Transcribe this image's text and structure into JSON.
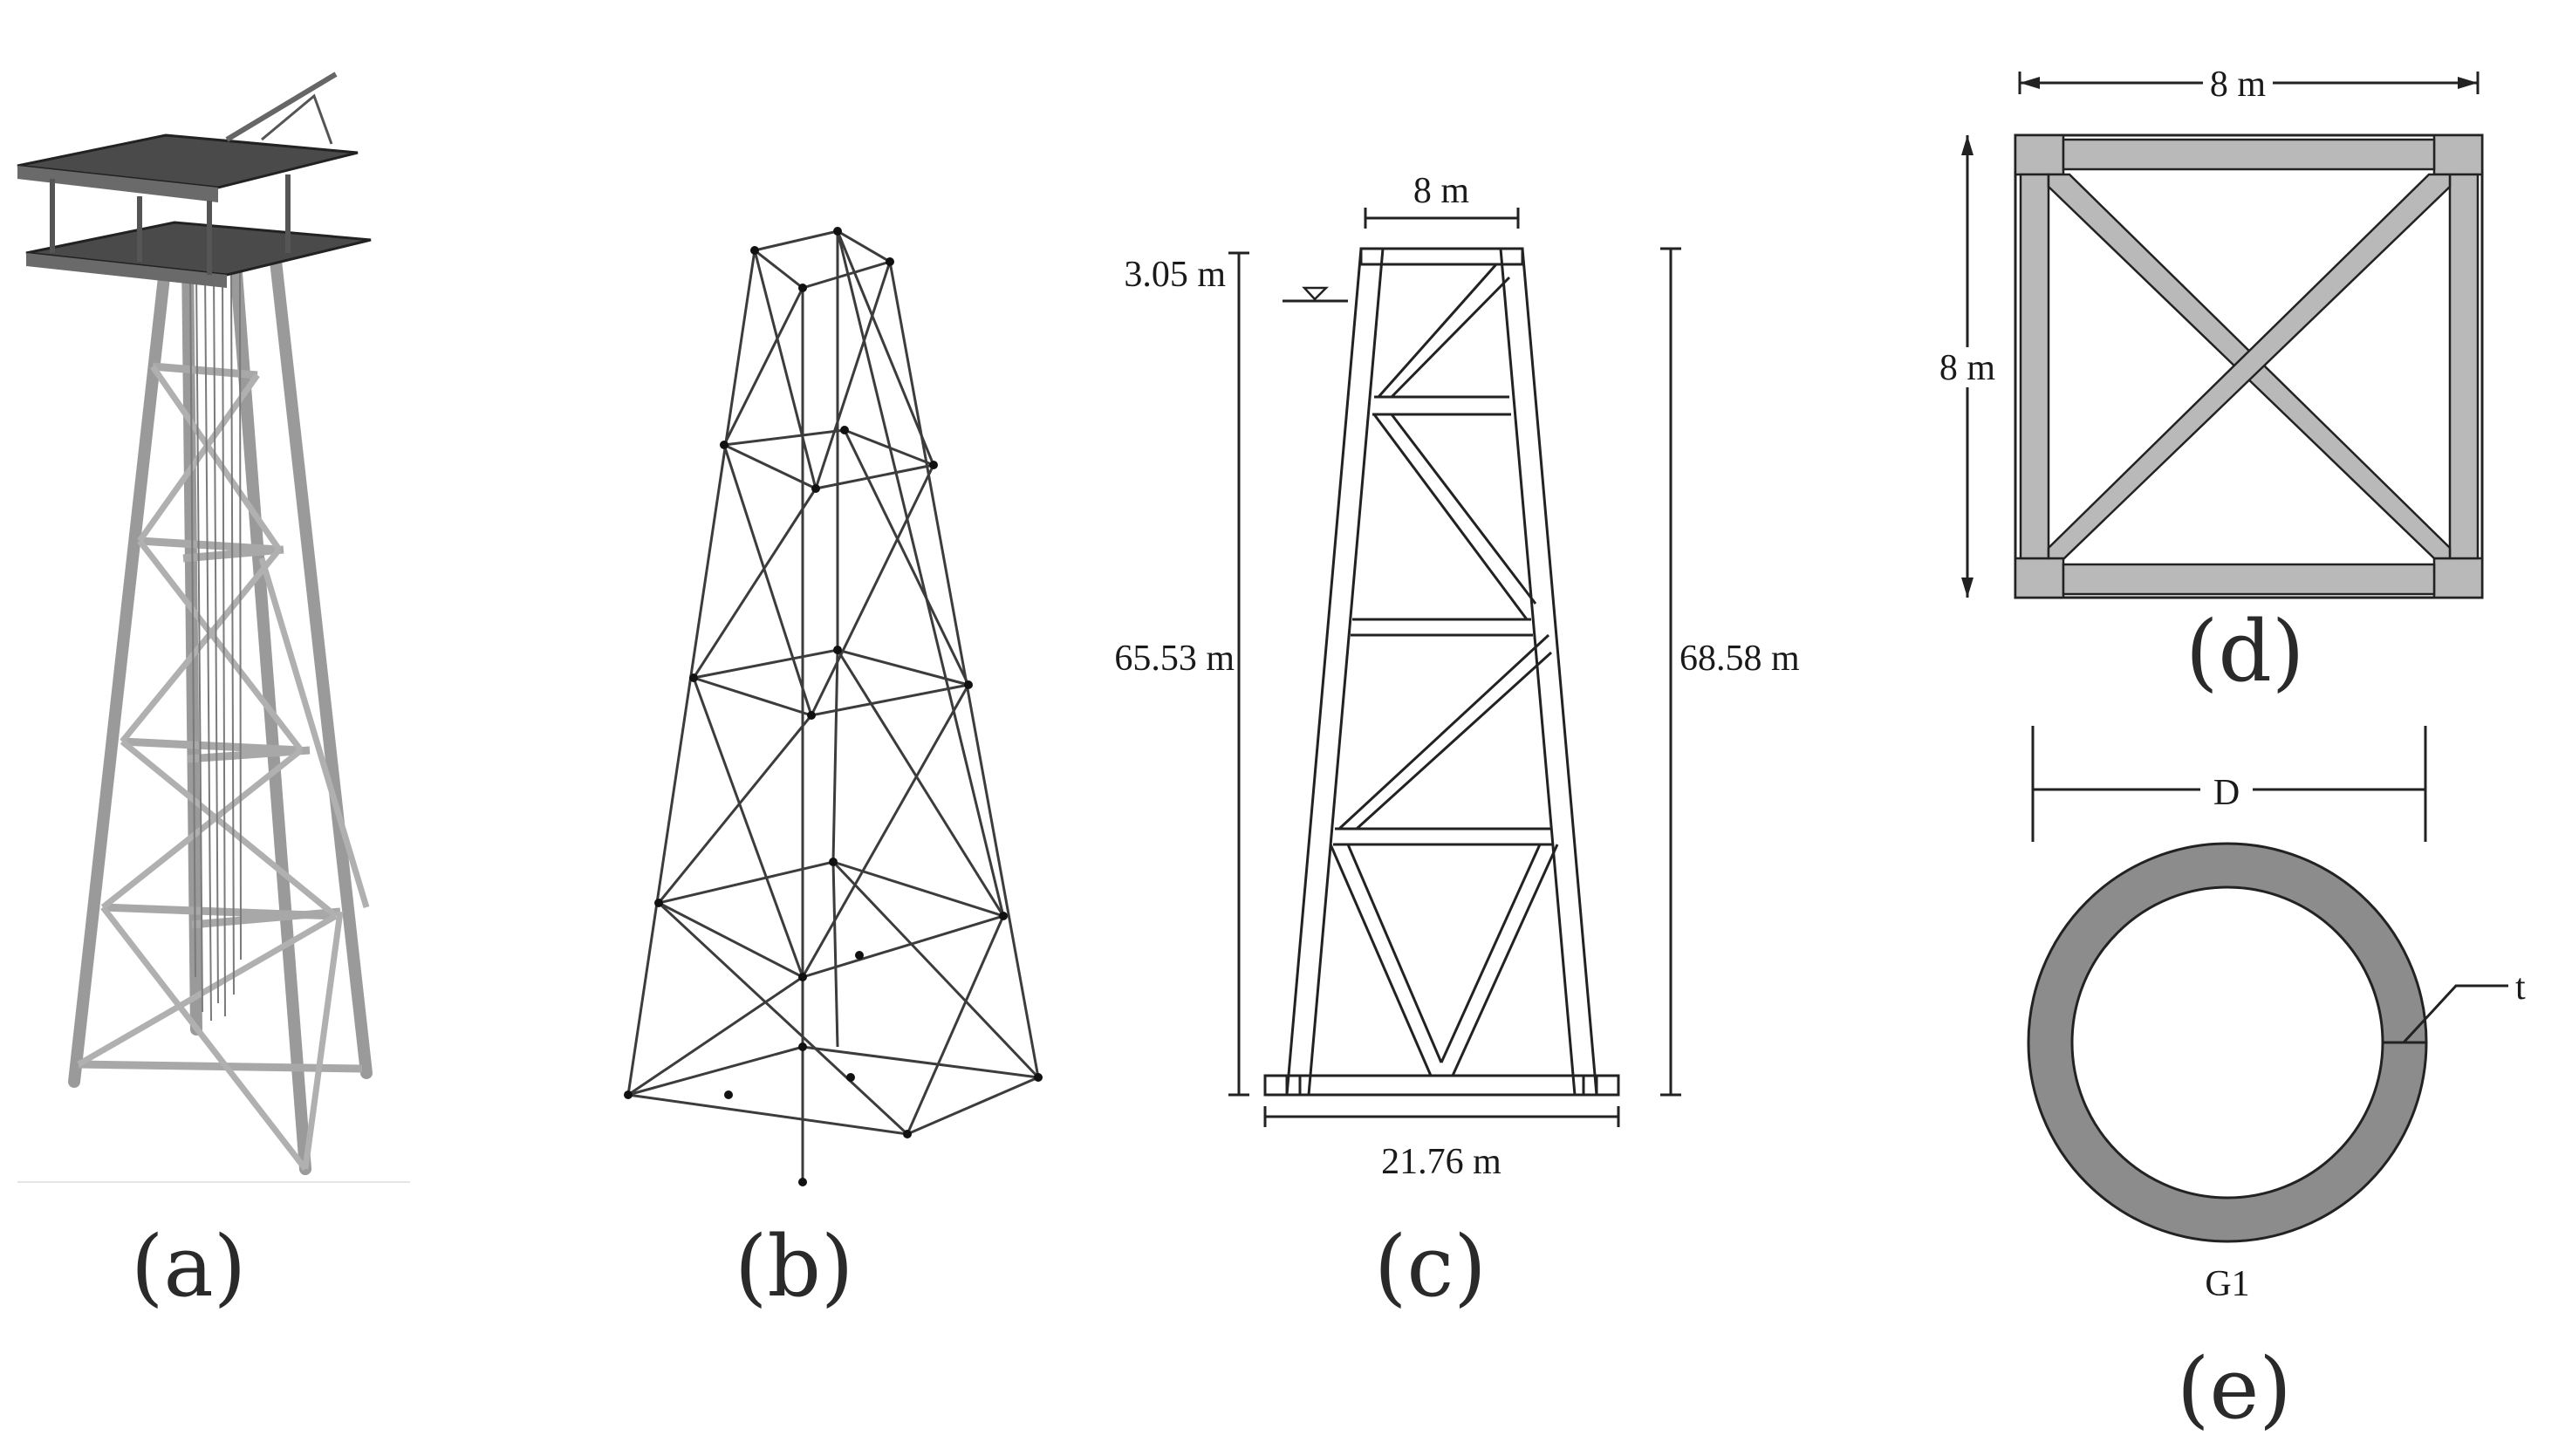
{
  "panels": {
    "a": {
      "label": "(a)"
    },
    "b": {
      "label": "(b)"
    },
    "c": {
      "label": "(c)",
      "top_width": "8 m",
      "freeboard": "3.05 m",
      "water_depth": "65.53 m",
      "total_height": "68.58 m",
      "base_width": "21.76 m"
    },
    "d": {
      "label": "(d)",
      "width": "8 m",
      "height": "8 m"
    },
    "e": {
      "label": "(e)",
      "diameter": "D",
      "thickness": "t",
      "section_name": "G1"
    }
  },
  "colors": {
    "steel_gray": "#b9b9b9",
    "ring_gray": "#8c8c8c",
    "line_dark": "#222222"
  }
}
